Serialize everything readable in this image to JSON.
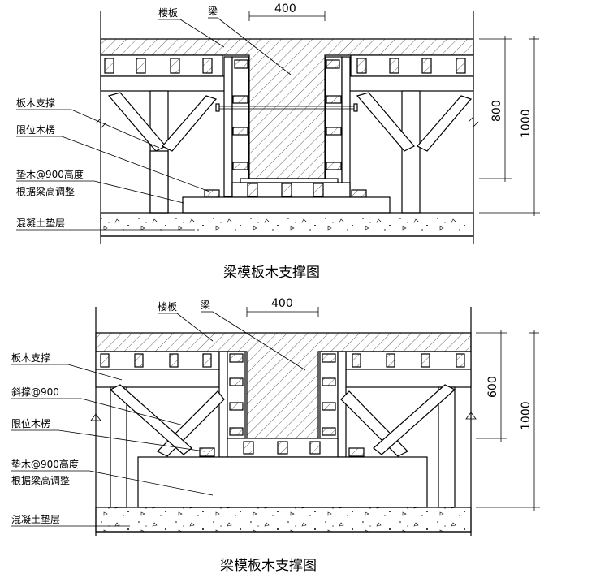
{
  "top": {
    "labels": {
      "slab": "楼板",
      "beam": "梁",
      "plank_support": "板木支撑",
      "limit_batten": "限位木楞",
      "pad_line1": "垫木@900高度",
      "pad_line2": "根据梁高调整",
      "concrete_bed": "混凝土垫层"
    },
    "dims": {
      "beam_width": "400",
      "beam_height": "800",
      "total_height": "1000"
    },
    "caption": "梁模板木支撑图"
  },
  "bottom": {
    "labels": {
      "slab": "楼板",
      "beam": "梁",
      "plank_support": "板木支撑",
      "diagonal_brace": "斜撑@900",
      "limit_batten": "限位木楞",
      "pad_line1": "垫木@900高度",
      "pad_line2": "根据梁高调整",
      "concrete_bed": "混凝土垫层"
    },
    "dims": {
      "beam_width": "400",
      "beam_height": "600",
      "total_height": "1000"
    },
    "caption": "梁模板木支撑图"
  }
}
